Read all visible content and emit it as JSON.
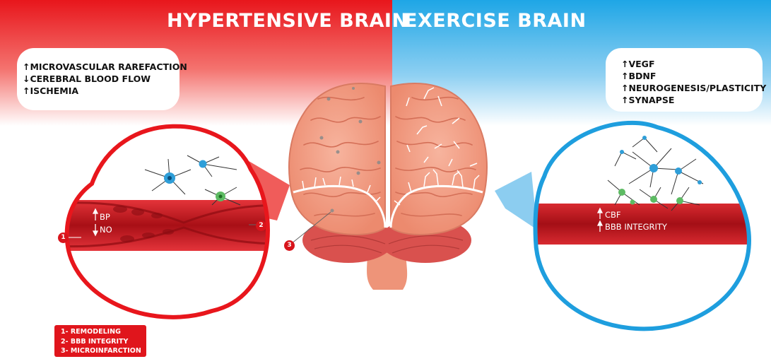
{
  "header": {
    "left_title": "HYPERTENSIVE BRAIN",
    "right_title": "EXERCISE BRAIN"
  },
  "left_box": {
    "lines": [
      "↑MICROVASCULAR RAREFACTION",
      "↓CEREBRAL BLOOD FLOW",
      "↑ISCHEMIA"
    ]
  },
  "right_box": {
    "lines": [
      "↑VEGF",
      "↑BDNF",
      "↑NEUROGENESIS/PLASTICITY",
      "↑SYNAPSE"
    ]
  },
  "left_vessel": {
    "bp_label": "BP",
    "no_label": "NO"
  },
  "right_vessel": {
    "cbf_label": "CBF",
    "bbb_label": "BBB INTEGRITY"
  },
  "markers": [
    "1",
    "2",
    "3"
  ],
  "legend": {
    "items": [
      "1- REMODELING",
      "2- BBB INTEGRITY",
      "3- MICROINFARCTION"
    ]
  },
  "colors": {
    "hypertensive_red": "#e8161c",
    "exercise_blue": "#1ea6e6",
    "vessel_red": "#c0141c",
    "brain_pink": "#f09277"
  }
}
